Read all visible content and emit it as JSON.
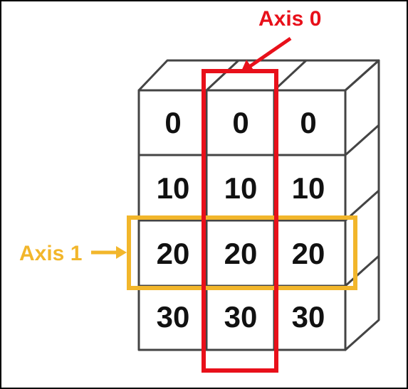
{
  "array": {
    "rows": [
      [
        "0",
        "0",
        "0"
      ],
      [
        "10",
        "10",
        "10"
      ],
      [
        "20",
        "20",
        "20"
      ],
      [
        "30",
        "30",
        "30"
      ]
    ]
  },
  "axis0": {
    "label": "Axis 0",
    "color": "#e8101a"
  },
  "axis1": {
    "label": "Axis 1",
    "color": "#f2b62b"
  },
  "colors": {
    "grid_line": "#444444",
    "text": "#111111",
    "frame": "#000000"
  }
}
